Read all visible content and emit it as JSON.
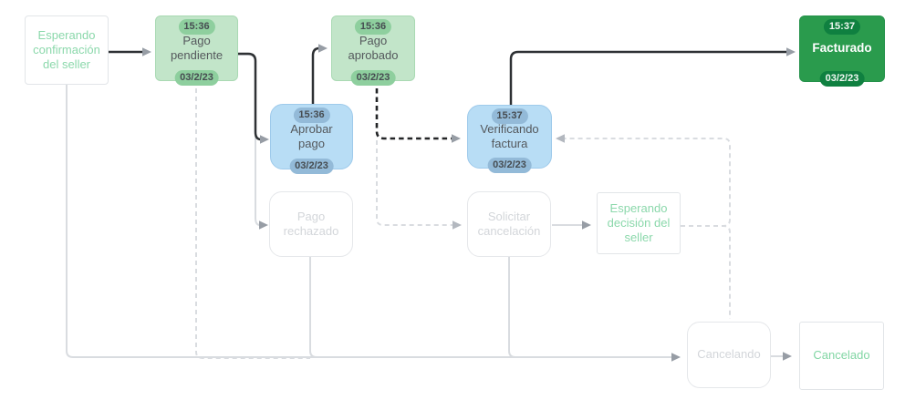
{
  "diagram": {
    "kind": "order-state-flow",
    "nodes": [
      {
        "id": "esperando-confirmacion-seller",
        "label": "Esperando confirmación del seller",
        "state": "visited"
      },
      {
        "id": "pago-pendiente",
        "label": "Pago pendiente",
        "time": "15:36",
        "date": "03/2/23",
        "state": "completed"
      },
      {
        "id": "pago-aprobado",
        "label": "Pago aprobado",
        "time": "15:36",
        "date": "03/2/23",
        "state": "completed"
      },
      {
        "id": "facturado",
        "label": "Facturado",
        "time": "15:37",
        "date": "03/2/23",
        "state": "current"
      },
      {
        "id": "aprobar-pago",
        "label": "Aprobar pago",
        "time": "15:36",
        "date": "03/2/23",
        "state": "completed-action"
      },
      {
        "id": "verificando-factura",
        "label": "Verificando factura",
        "time": "15:37",
        "date": "03/2/23",
        "state": "completed-action"
      },
      {
        "id": "pago-rechazado",
        "label": "Pago rechazado",
        "state": "not-visited"
      },
      {
        "id": "solicitar-cancelacion",
        "label": "Solicitar cancelación",
        "state": "not-visited"
      },
      {
        "id": "esperando-decision-seller",
        "label": "Esperando decisión del seller",
        "state": "not-visited"
      },
      {
        "id": "cancelando",
        "label": "Cancelando",
        "state": "not-visited"
      },
      {
        "id": "cancelado",
        "label": "Cancelado",
        "state": "not-visited"
      }
    ],
    "colors": {
      "edge_active": "#2e3134",
      "edge_active_dashed": "#232527",
      "edge_inactive": "#d9dce0",
      "arrowhead_solid": "#979da5",
      "arrowhead_dashed_inactive": "#b3b8bf",
      "state_green_fill": "#c2e5c9",
      "state_green_badge": "#8ecf9e",
      "state_blue_fill": "#b8ddf5",
      "state_blue_badge": "#93bad8",
      "state_current_fill": "#2a9b4d",
      "state_current_badge": "#0f8040",
      "ghost_border": "#e5e7ea",
      "ghost_text": "#d3d6da",
      "mint_text": "#8bd8ab",
      "node_text": "#54585c"
    }
  }
}
